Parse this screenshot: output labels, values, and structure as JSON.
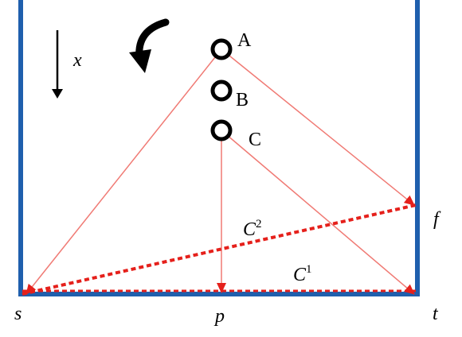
{
  "direction_label": "x",
  "points": [
    {
      "label": "A"
    },
    {
      "label": "B"
    },
    {
      "label": "C"
    }
  ],
  "bottom_labels": {
    "left": "s",
    "middle": "p",
    "right": "t"
  },
  "side_label": "f",
  "curve_labels": [
    {
      "base": "C",
      "superscript": "2"
    },
    {
      "base": "C",
      "superscript": "1"
    }
  ],
  "colors": {
    "walls": "#1f5fad",
    "rays": "#f07a74",
    "dashed": "#e5201b",
    "points": "#000000",
    "arrows": "#000000"
  }
}
